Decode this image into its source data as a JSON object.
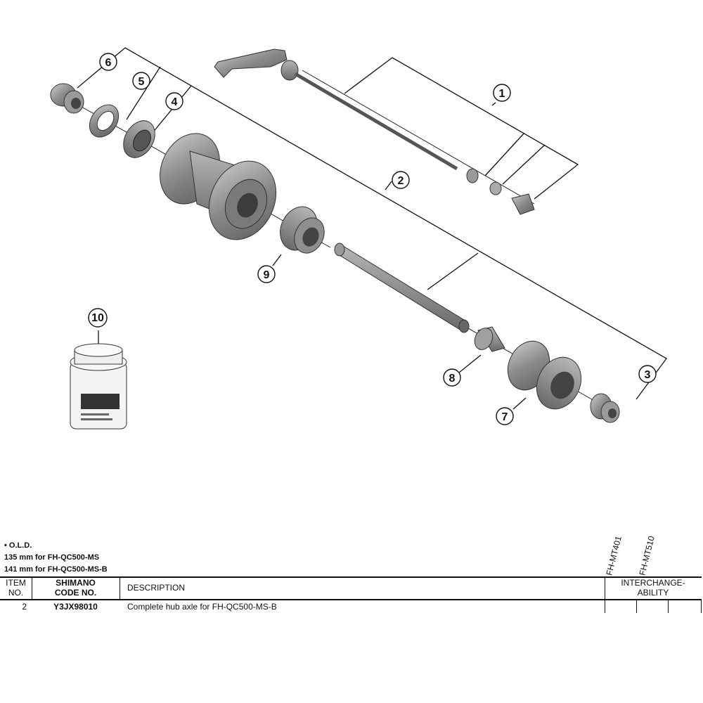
{
  "callouts": [
    "1",
    "2",
    "3",
    "4",
    "5",
    "6",
    "7",
    "8",
    "9",
    "10"
  ],
  "notes": {
    "old_label": "• O.L.D.",
    "line1": "135 mm for FH-QC500-MS",
    "line2": "141 mm for FH-QC500-MS-B"
  },
  "models": [
    "FH-MT401",
    "FH-MT510"
  ],
  "table": {
    "headers": {
      "item_line1": "ITEM",
      "item_line2": "NO.",
      "code_line1": "SHIMANO",
      "code_line2": "CODE NO.",
      "description": "DESCRIPTION",
      "interchange_line1": "INTERCHANGE-",
      "interchange_line2": "ABILITY"
    },
    "rows": [
      {
        "item": "2",
        "code": "Y3JX98010",
        "description": "Complete hub axle for  FH-QC500-MS-B"
      }
    ]
  }
}
